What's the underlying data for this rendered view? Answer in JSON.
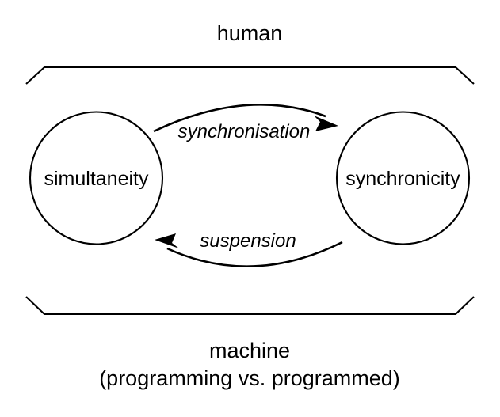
{
  "diagram": {
    "title_top": "human",
    "title_bottom_line1": "machine",
    "title_bottom_line2": "(programming vs. programmed)",
    "nodes": [
      {
        "id": "left",
        "label": "simultaneity"
      },
      {
        "id": "right",
        "label": "synchronicity"
      }
    ],
    "edges": [
      {
        "id": "top",
        "label": "synchronisation",
        "from": "simultaneity",
        "to": "synchronicity"
      },
      {
        "id": "bottom",
        "label": "suspension",
        "from": "synchronicity",
        "to": "simultaneity"
      }
    ],
    "colors": {
      "stroke": "#000000",
      "background": "#ffffff",
      "text": "#000000"
    }
  },
  "chart_data": {
    "type": "diagram",
    "title": "human / machine (programming vs. programmed)",
    "nodes": [
      "simultaneity",
      "synchronicity"
    ],
    "edges": [
      {
        "source": "simultaneity",
        "target": "synchronicity",
        "label": "synchronisation"
      },
      {
        "source": "synchronicity",
        "target": "simultaneity",
        "label": "suspension"
      }
    ],
    "groups": [
      {
        "position": "top",
        "label": "human"
      },
      {
        "position": "bottom",
        "label": "machine (programming vs. programmed)"
      }
    ]
  }
}
